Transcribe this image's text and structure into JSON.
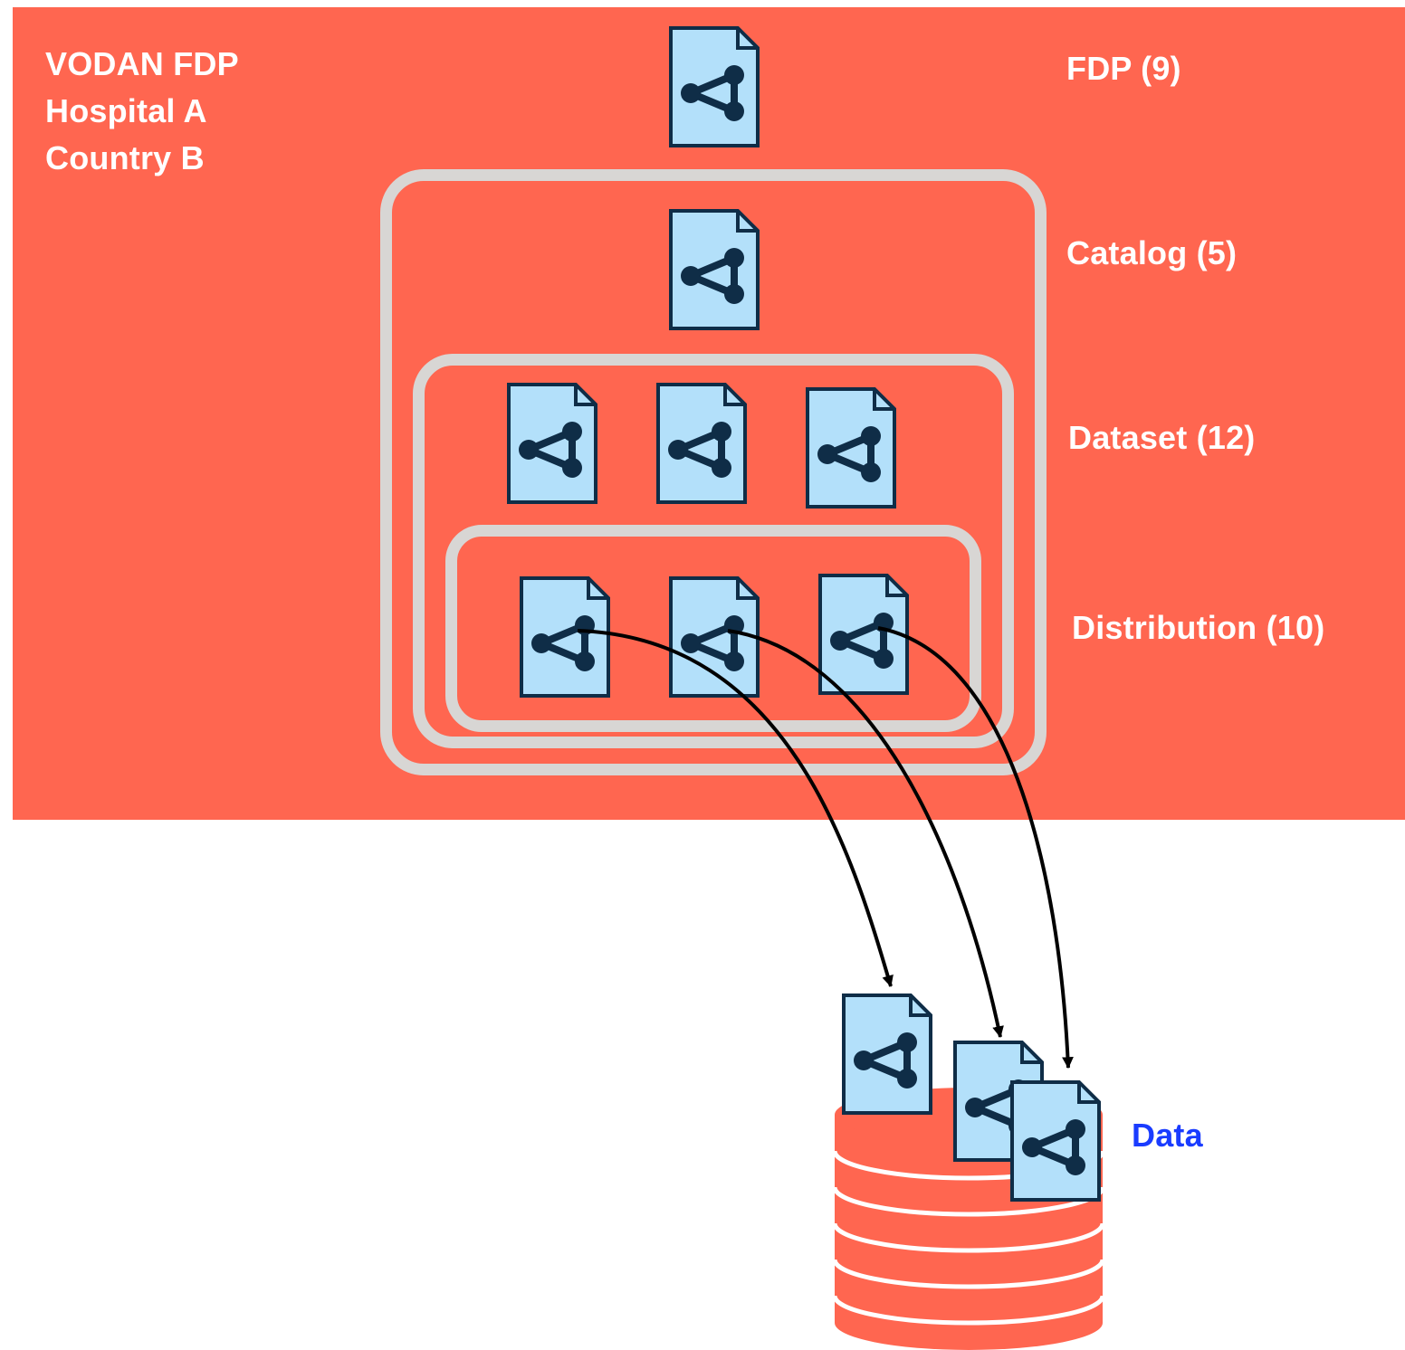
{
  "title": {
    "line1": "VODAN FDP",
    "line2": "Hospital A",
    "line3": "Country B"
  },
  "levels": {
    "fdp": "FDP (9)",
    "catalog": "Catalog (5)",
    "dataset": "Dataset (12)",
    "distribution": "Distribution (10)"
  },
  "data_label": "Data",
  "icon": "linked-data-document-icon",
  "colors": {
    "panel": "#ff6650",
    "frame": "#d8d6d4",
    "icon_fill": "#b3e0fa",
    "icon_stroke": "#0f2d47",
    "data_label": "#1a3cff",
    "arrow": "#000000"
  }
}
